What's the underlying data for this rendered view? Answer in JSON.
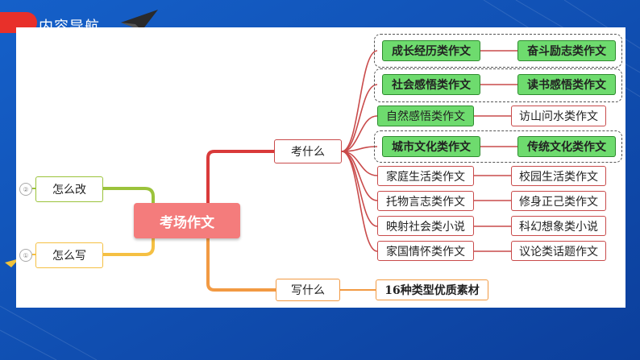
{
  "header": {
    "title": "内容导航"
  },
  "mindmap": {
    "center": "考场作文",
    "left_branches": [
      {
        "num": "②",
        "label": "怎么改"
      },
      {
        "num": "①",
        "label": "怎么写"
      }
    ],
    "right_branches": [
      {
        "label": "考什么"
      },
      {
        "label": "写什么"
      }
    ],
    "categories": [
      {
        "left": "成长经历类作文",
        "right": "奋斗励志类作文",
        "highlight": "both",
        "grouped": true
      },
      {
        "left": "社会感悟类作文",
        "right": "读书感悟类作文",
        "highlight": "both",
        "grouped": true
      },
      {
        "left": "自然感悟类作文",
        "right": "访山问水类作文",
        "highlight": "left",
        "grouped": false
      },
      {
        "left": "城市文化类作文",
        "right": "传统文化类作文",
        "highlight": "both",
        "grouped": true
      },
      {
        "left": "家庭生活类作文",
        "right": "校园生活类作文",
        "highlight": "none",
        "grouped": false
      },
      {
        "left": "托物言志类作文",
        "right": "修身正己类作文",
        "highlight": "none",
        "grouped": false
      },
      {
        "left": "映射社会类小说",
        "right": "科幻想象类小说",
        "highlight": "none",
        "grouped": false
      },
      {
        "left": "家国情怀类作文",
        "right": "议论类话题作文",
        "highlight": "none",
        "grouped": false
      }
    ],
    "material": "16种类型优质素材"
  }
}
